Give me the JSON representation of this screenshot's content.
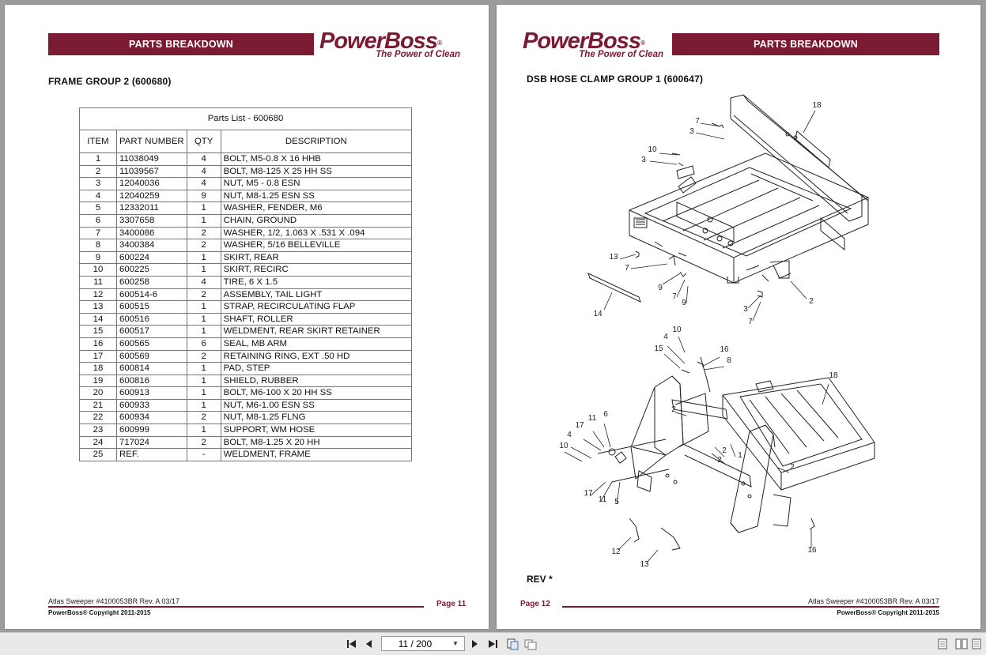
{
  "left_page": {
    "banner": "PARTS BREAKDOWN",
    "logo": {
      "brand": "PowerBoss",
      "reg": "®",
      "tagline": "The Power of Clean"
    },
    "section_title": "FRAME GROUP 2 (600680)",
    "table": {
      "caption": "Parts List - 600680",
      "headers": [
        "ITEM",
        "PART NUMBER",
        "QTY",
        "DESCRIPTION"
      ],
      "rows": [
        [
          "1",
          "11038049",
          "4",
          "BOLT, M5-0.8 X 16 HHB"
        ],
        [
          "2",
          "11039567",
          "4",
          "BOLT, M8-125 X 25 HH SS"
        ],
        [
          "3",
          "12040036",
          "4",
          "NUT, M5 - 0.8 ESN"
        ],
        [
          "4",
          "12040259",
          "9",
          "NUT, M8-1.25 ESN SS"
        ],
        [
          "5",
          "12332011",
          "1",
          "WASHER, FENDER, M6"
        ],
        [
          "6",
          "3307658",
          "1",
          "CHAIN, GROUND"
        ],
        [
          "7",
          "3400086",
          "2",
          "WASHER, 1/2, 1.063 X .531 X .094"
        ],
        [
          "8",
          "3400384",
          "2",
          "WASHER, 5/16 BELLEVILLE"
        ],
        [
          "9",
          "600224",
          "1",
          "SKIRT, REAR"
        ],
        [
          "10",
          "600225",
          "1",
          "SKIRT, RECIRC"
        ],
        [
          "11",
          "600258",
          "4",
          "TIRE, 6 X 1.5"
        ],
        [
          "12",
          "600514-6",
          "2",
          "ASSEMBLY, TAIL LIGHT"
        ],
        [
          "13",
          "600515",
          "1",
          "STRAP, RECIRCULATING FLAP"
        ],
        [
          "14",
          "600516",
          "1",
          "SHAFT, ROLLER"
        ],
        [
          "15",
          "600517",
          "1",
          "WELDMENT, REAR SKIRT RETAINER"
        ],
        [
          "16",
          "600565",
          "6",
          "SEAL, MB ARM"
        ],
        [
          "17",
          "600569",
          "2",
          "RETAINING RING, EXT .50 HD"
        ],
        [
          "18",
          "600814",
          "1",
          "PAD, STEP"
        ],
        [
          "19",
          "600816",
          "1",
          "SHIELD, RUBBER"
        ],
        [
          "20",
          "600913",
          "1",
          "BOLT, M6-100 X 20 HH SS"
        ],
        [
          "21",
          "600933",
          "1",
          "NUT, M6-1.00 ESN SS"
        ],
        [
          "22",
          "600934",
          "2",
          "NUT, M8-1.25 FLNG"
        ],
        [
          "23",
          "600999",
          "1",
          "SUPPORT, WM HOSE"
        ],
        [
          "24",
          "717024",
          "2",
          "BOLT, M8-1.25 X 20 HH"
        ],
        [
          "25",
          "REF.",
          "-",
          "WELDMENT, FRAME"
        ]
      ]
    },
    "footer": {
      "doc": "Atlas Sweeper #4100053BR Rev. A 03/17",
      "page": "Page  11",
      "copyright": "PowerBoss® Copyright 2011-2015"
    }
  },
  "right_page": {
    "banner": "PARTS BREAKDOWN",
    "logo": {
      "brand": "PowerBoss",
      "reg": "®",
      "tagline": "The Power of Clean"
    },
    "section_title": "DSB HOSE CLAMP GROUP 1 (600647)",
    "rev": "REV *",
    "callouts_top": [
      "18",
      "7",
      "3",
      "10",
      "3",
      "13",
      "7",
      "9",
      "7",
      "9",
      "14",
      "3",
      "7",
      "2"
    ],
    "callouts_bottom": [
      "10",
      "4",
      "15",
      "16",
      "8",
      "18",
      "6",
      "11",
      "17",
      "4",
      "10",
      "2",
      "2",
      "2",
      "1",
      "2",
      "17",
      "11",
      "5",
      "12",
      "13",
      "16"
    ],
    "footer": {
      "doc": "Atlas Sweeper #4100053BR Rev. A 03/17",
      "page": "Page  12",
      "copyright": "PowerBoss® Copyright 2011-2015"
    }
  },
  "toolbar": {
    "page_value": "11 / 200",
    "icons": [
      "first-page-icon",
      "prev-page-icon",
      "next-page-icon",
      "last-page-icon",
      "rotate-icon",
      "copy-icon",
      "single-page-view-icon",
      "two-page-view-icon",
      "continuous-view-icon"
    ]
  },
  "colors": {
    "brand": "#7a1a33",
    "viewer_bg": "#9c9c9c",
    "toolbar_bg": "#e9e9e9"
  }
}
